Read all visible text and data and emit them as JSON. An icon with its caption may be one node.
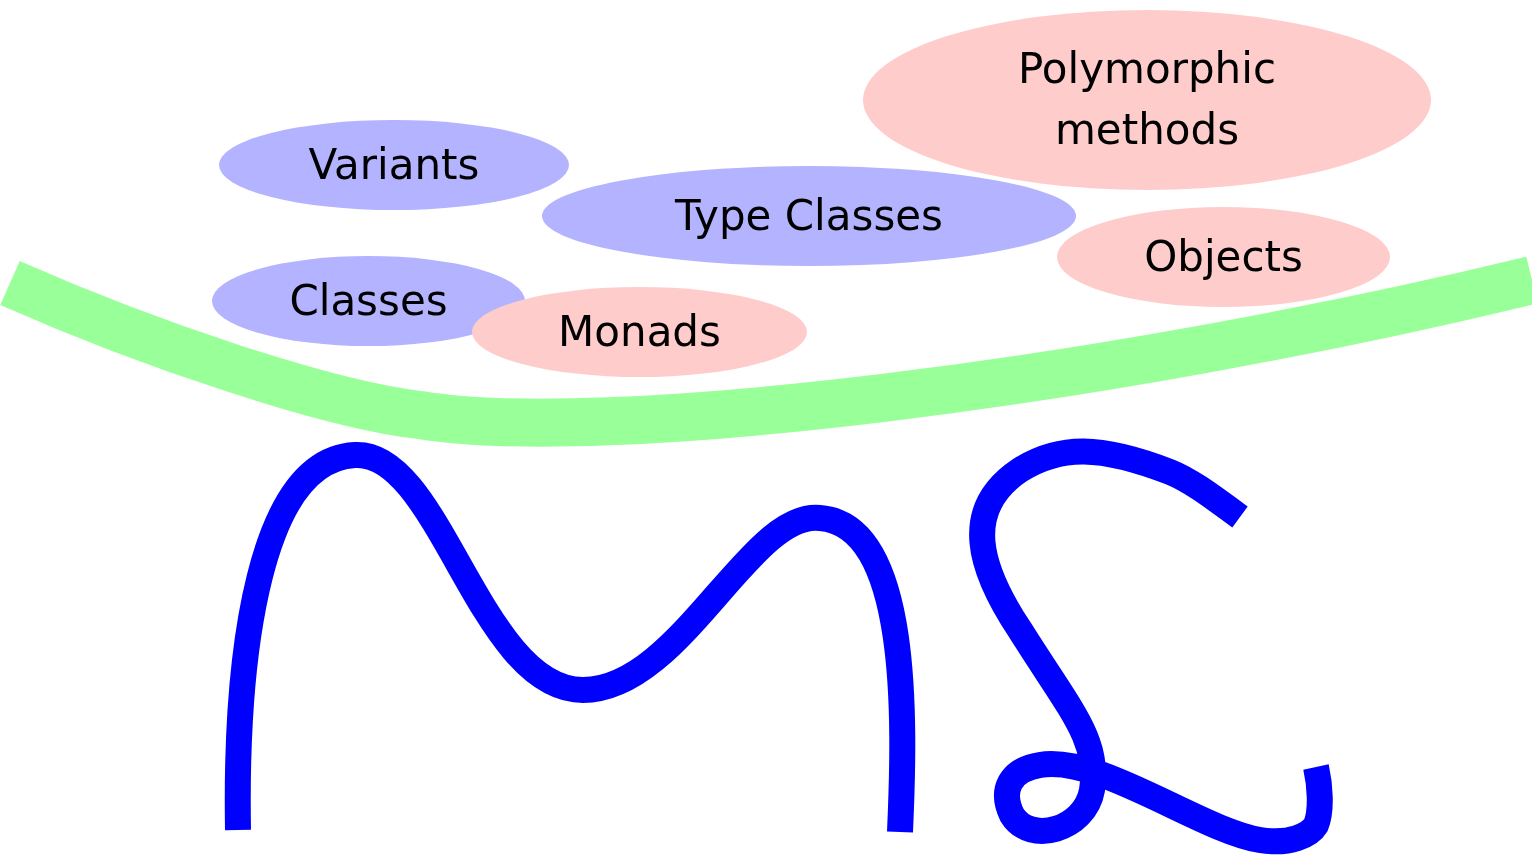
{
  "diagram": {
    "nodes": [
      {
        "text": [
          "Polymorphic methods"
        ]
      },
      {
        "text": [
          "Variants"
        ]
      },
      {
        "text": [
          "Type Classes"
        ]
      },
      {
        "text": [
          "Objects"
        ]
      },
      {
        "text": [
          "Classes"
        ]
      },
      {
        "text": [
          "Monads"
        ]
      }
    ]
  }
}
